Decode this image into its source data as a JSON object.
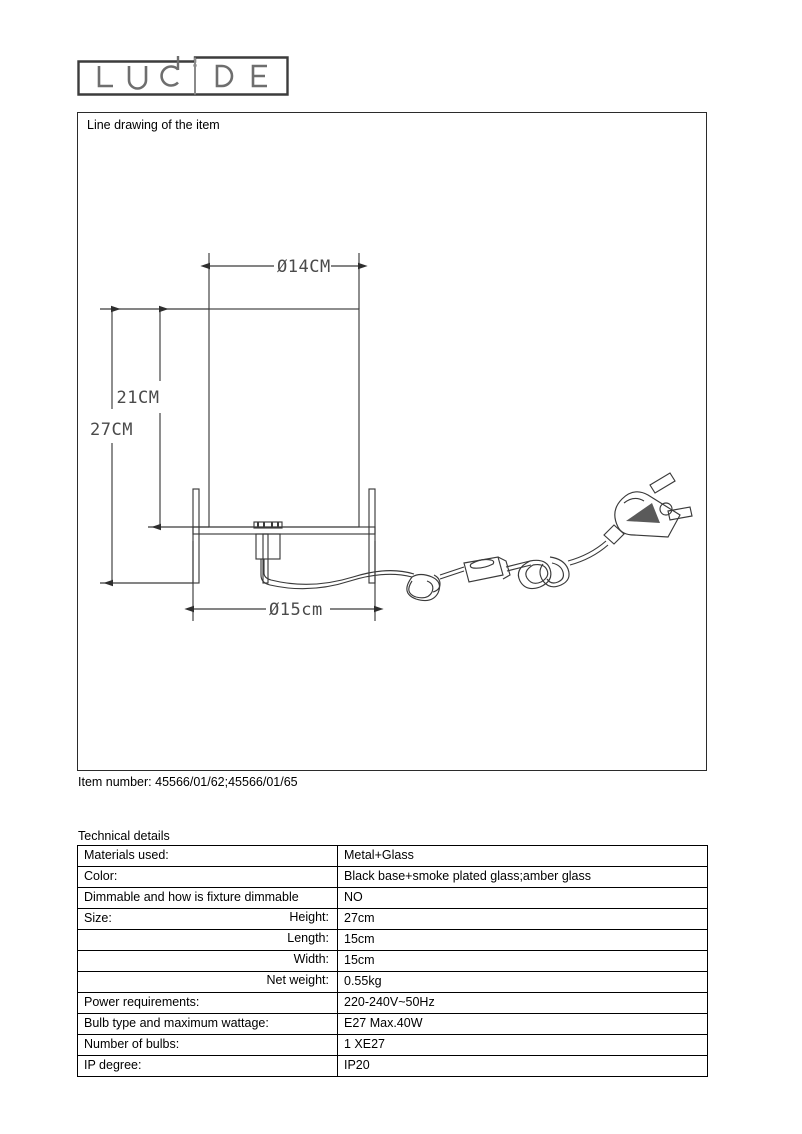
{
  "brand": {
    "name": "LUCIDE",
    "letters": [
      "L",
      "U",
      "C",
      "I",
      "D",
      "E"
    ]
  },
  "drawing": {
    "caption": "Line drawing of the item",
    "dimensions": {
      "shade_diameter": "Ø14CM",
      "shade_height": "21CM",
      "total_height": "27CM",
      "base_diameter": "Ø15cm"
    },
    "parts": [
      "cylindrical-glass-shade",
      "base-plate",
      "left-leg",
      "right-leg",
      "center-leg",
      "lamp-socket",
      "power-cord",
      "inline-switch",
      "euro-plug"
    ]
  },
  "item_number": {
    "label": "Item number:",
    "value": "45566/01/62;45566/01/65",
    "full": "Item number: 45566/01/62;45566/01/65"
  },
  "technical_details": {
    "heading": "Technical details",
    "rows": [
      {
        "label": "Materials used:",
        "sub": null,
        "value": "Metal+Glass"
      },
      {
        "label": "Color:",
        "sub": null,
        "value": "Black base+smoke plated glass;amber glass"
      },
      {
        "label": "Dimmable and how is fixture dimmable",
        "sub": null,
        "value": "NO"
      },
      {
        "label": "Size:",
        "sub": "Height:",
        "value": "27cm"
      },
      {
        "label": "",
        "sub": "Length:",
        "value": "15cm"
      },
      {
        "label": "",
        "sub": "Width:",
        "value": "15cm"
      },
      {
        "label": "",
        "sub": "Net weight:",
        "value": "0.55kg"
      },
      {
        "label": "Power requirements:",
        "sub": null,
        "value": "220-240V~50Hz"
      },
      {
        "label": "Bulb type and maximum wattage:",
        "sub": null,
        "value": "E27 Max.40W"
      },
      {
        "label": "Number of bulbs:",
        "sub": null,
        "value": "1 XE27"
      },
      {
        "label": "IP degree:",
        "sub": null,
        "value": "IP20"
      }
    ]
  },
  "colors": {
    "ink": "#000000",
    "frame": "#2b2b2b",
    "drawing_line": "#3a3a3a",
    "logo_gray": "#6e6e6e",
    "page": "#ffffff"
  }
}
